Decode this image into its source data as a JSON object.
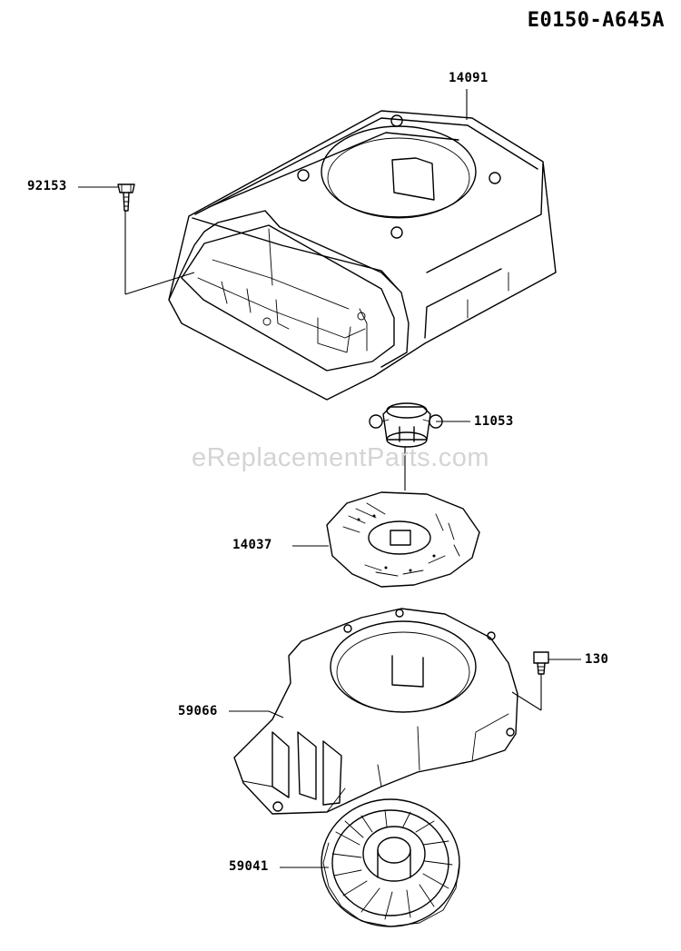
{
  "header": {
    "diagram_code": "E0150-A645A"
  },
  "watermark": "eReplacementParts.com",
  "parts": [
    {
      "id": "cover",
      "number": "14091"
    },
    {
      "id": "bolt-top",
      "number": "92153"
    },
    {
      "id": "ratchet",
      "number": "11053"
    },
    {
      "id": "screen",
      "number": "14037"
    },
    {
      "id": "bolt-side",
      "number": "130"
    },
    {
      "id": "housing",
      "number": "59066"
    },
    {
      "id": "fan",
      "number": "59041"
    }
  ]
}
